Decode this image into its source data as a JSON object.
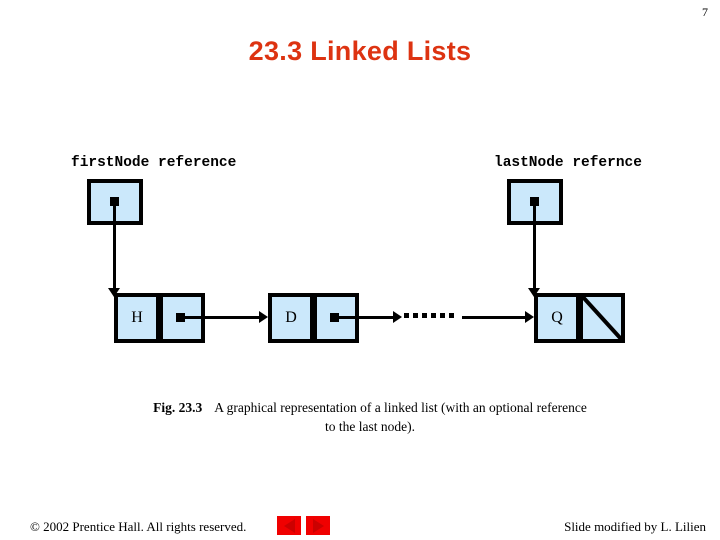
{
  "slide": {
    "page_number": "7",
    "title": "23.3  Linked Lists"
  },
  "diagram": {
    "first_reference_label": "firstNode reference",
    "last_reference_label": "lastNode refernce",
    "nodes": [
      {
        "data": "H"
      },
      {
        "data": "D"
      },
      {
        "data": "Q"
      }
    ],
    "ellipsis_dot_count": 6,
    "fill_color": "#cbe8fb",
    "border_color": "#000000"
  },
  "caption": {
    "figure_number": "Fig. 23.3",
    "text": "A graphical representation of a linked list (with an optional  reference to the last node)."
  },
  "footer": {
    "copyright": "© 2002 Prentice Hall.  All rights reserved.",
    "credit": "Slide modified by L. Lilien",
    "prev_label": "previous-slide",
    "next_label": "next-slide",
    "button_color": "#f00000"
  }
}
